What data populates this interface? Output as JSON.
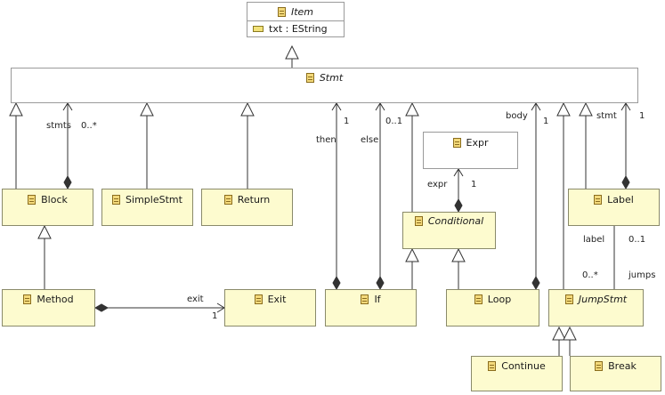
{
  "classes": {
    "item": {
      "name": "Item",
      "attribute": "txt : EString"
    },
    "stmt": {
      "name": "Stmt"
    },
    "block": {
      "name": "Block"
    },
    "simplestmt": {
      "name": "SimpleStmt"
    },
    "return": {
      "name": "Return"
    },
    "expr": {
      "name": "Expr"
    },
    "conditional": {
      "name": "Conditional"
    },
    "label": {
      "name": "Label"
    },
    "method": {
      "name": "Method"
    },
    "exit": {
      "name": "Exit"
    },
    "if": {
      "name": "If"
    },
    "loop": {
      "name": "Loop"
    },
    "jumpstmt": {
      "name": "JumpStmt"
    },
    "continue": {
      "name": "Continue"
    },
    "break": {
      "name": "Break"
    }
  },
  "edge_labels": {
    "stmts": "stmts",
    "stmts_mult": "0..*",
    "then": "then",
    "then_mult": "1",
    "else": "else",
    "else_mult": "0..1",
    "body": "body",
    "body_mult": "1",
    "stmt": "stmt",
    "stmt_mult": "1",
    "expr": "expr",
    "expr_mult": "1",
    "label": "label",
    "label_mult": "0..1",
    "jumps": "jumps",
    "jumps_mult": "0..*",
    "exit": "exit",
    "exit_mult": "1"
  }
}
